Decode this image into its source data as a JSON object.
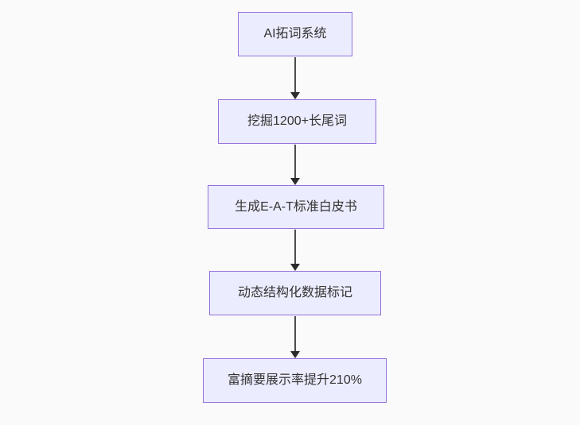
{
  "diagram": {
    "type": "flowchart",
    "direction": "top-down",
    "nodes": [
      {
        "id": "n1",
        "label": "AI拓词系统"
      },
      {
        "id": "n2",
        "label": "挖掘1200+长尾词"
      },
      {
        "id": "n3",
        "label": "生成E-A-T标准白皮书"
      },
      {
        "id": "n4",
        "label": "动态结构化数据标记"
      },
      {
        "id": "n5",
        "label": "富摘要展示率提升210%"
      }
    ],
    "edges": [
      {
        "from": "n1",
        "to": "n2"
      },
      {
        "from": "n2",
        "to": "n3"
      },
      {
        "from": "n3",
        "to": "n4"
      },
      {
        "from": "n4",
        "to": "n5"
      }
    ],
    "colors": {
      "background": "#fafafa",
      "node_fill": "#ECECFF",
      "node_border": "#9370DB",
      "node_text": "#333333",
      "arrow": "#333333"
    }
  }
}
